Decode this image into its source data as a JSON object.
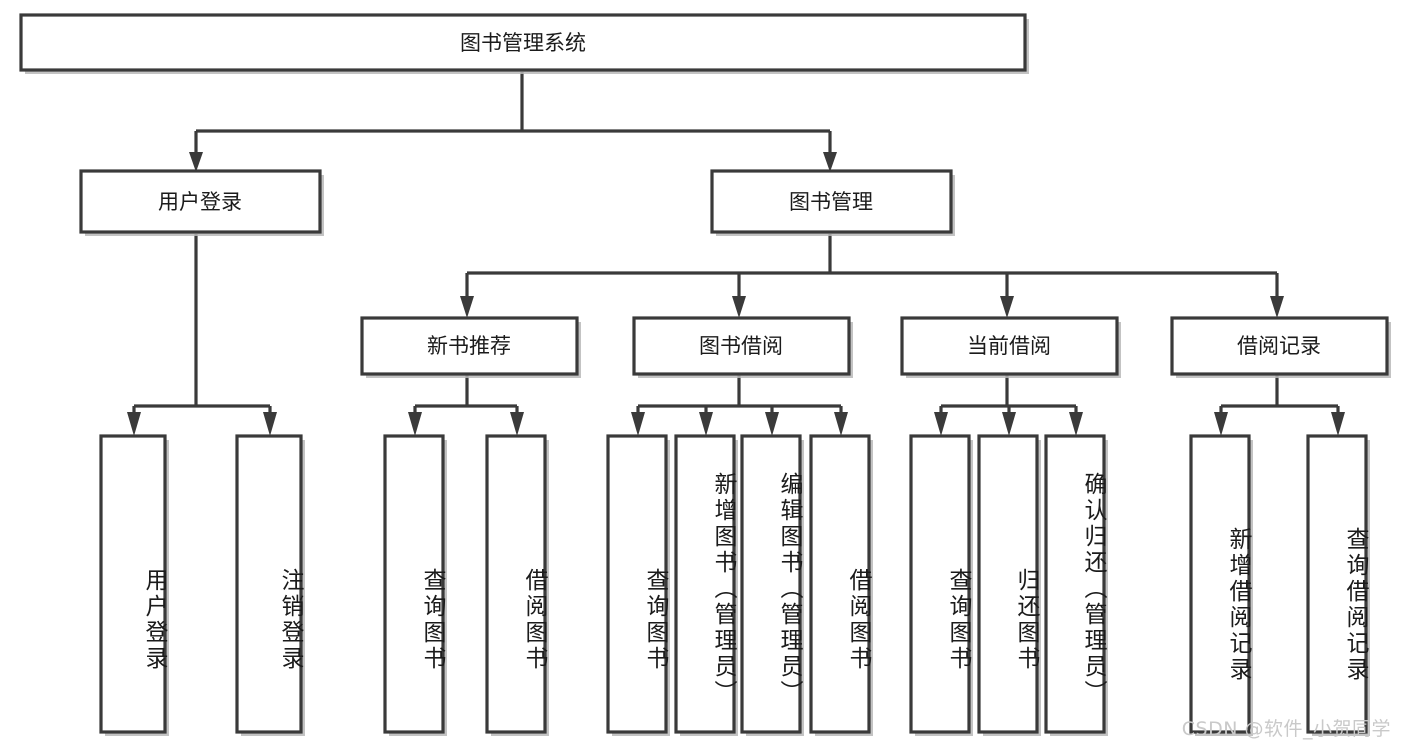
{
  "diagram": {
    "type": "tree-hierarchy",
    "title": "图书管理系统",
    "orientation": "top-down",
    "root": {
      "id": "root",
      "label": "图书管理系统",
      "text_direction": "horizontal"
    },
    "level2": [
      {
        "id": "user-login",
        "label": "用户登录",
        "text_direction": "horizontal"
      },
      {
        "id": "book-manage",
        "label": "图书管理",
        "text_direction": "horizontal"
      }
    ],
    "level3": [
      {
        "id": "new-book-recommend",
        "label": "新书推荐",
        "parent": "book-manage",
        "text_direction": "horizontal"
      },
      {
        "id": "book-borrow",
        "label": "图书借阅",
        "parent": "book-manage",
        "text_direction": "horizontal"
      },
      {
        "id": "current-borrow",
        "label": "当前借阅",
        "parent": "book-manage",
        "text_direction": "horizontal"
      },
      {
        "id": "borrow-record",
        "label": "借阅记录",
        "parent": "book-manage",
        "text_direction": "horizontal"
      }
    ],
    "leaves": [
      {
        "id": "leaf-user-login",
        "label": "用户登录",
        "parent": "user-login",
        "text_direction": "vertical"
      },
      {
        "id": "leaf-logout-login",
        "label": "注销登录",
        "parent": "user-login",
        "text_direction": "vertical"
      },
      {
        "id": "leaf-query-book-1",
        "label": "查询图书",
        "parent": "new-book-recommend",
        "text_direction": "vertical"
      },
      {
        "id": "leaf-borrow-book-1",
        "label": "借阅图书",
        "parent": "new-book-recommend",
        "text_direction": "vertical"
      },
      {
        "id": "leaf-query-book-2",
        "label": "查询图书",
        "parent": "book-borrow",
        "text_direction": "vertical"
      },
      {
        "id": "leaf-add-book",
        "label": "新增图书（管理员）",
        "parent": "book-borrow",
        "text_direction": "vertical"
      },
      {
        "id": "leaf-edit-book",
        "label": "编辑图书（管理员）",
        "parent": "book-borrow",
        "text_direction": "vertical"
      },
      {
        "id": "leaf-borrow-book-2",
        "label": "借阅图书",
        "parent": "book-borrow",
        "text_direction": "vertical"
      },
      {
        "id": "leaf-query-book-3",
        "label": "查询图书",
        "parent": "current-borrow",
        "text_direction": "vertical"
      },
      {
        "id": "leaf-return-book",
        "label": "归还图书",
        "parent": "current-borrow",
        "text_direction": "vertical"
      },
      {
        "id": "leaf-confirm-return",
        "label": "确认归还（管理员）",
        "parent": "current-borrow",
        "text_direction": "vertical"
      },
      {
        "id": "leaf-add-record",
        "label": "新增借阅记录",
        "parent": "borrow-record",
        "text_direction": "vertical"
      },
      {
        "id": "leaf-query-record",
        "label": "查询借阅记录",
        "parent": "borrow-record",
        "text_direction": "vertical"
      }
    ],
    "colors": {
      "box_stroke": "#3a3a3a",
      "box_fill": "#ffffff",
      "connector": "#3a3a3a",
      "text": "#1b1b1b",
      "background": "#ffffff",
      "watermark": "#c9c9c9"
    }
  },
  "watermark": {
    "text": "CSDN @软件_小贺同学"
  }
}
